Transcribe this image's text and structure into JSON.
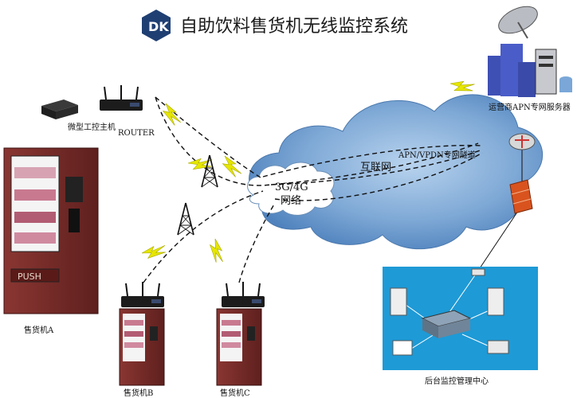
{
  "header": {
    "logo_text": "DK",
    "title": "自助饮料售货机无线监控系统"
  },
  "labels": {
    "industrial_pc": "微型工控主机",
    "router": "ROUTER",
    "vending_a": "售货机A",
    "vending_b": "售货机B",
    "vending_c": "售货机C",
    "push": "PUSH",
    "network_line1": "3G/4G",
    "network_line2": "网络",
    "internet": "互联网",
    "tunnel": "APN/VPDN专网隧道",
    "apn_server": "运营商APN专网服务器",
    "backend_center": "后台监控管理中心"
  },
  "colors": {
    "cloud": "#6e9fd0",
    "machine": "#7a2d2a",
    "lightning": "#e8e800",
    "backend_bg": "#1e9ad6",
    "firewall": "#d9531e"
  }
}
